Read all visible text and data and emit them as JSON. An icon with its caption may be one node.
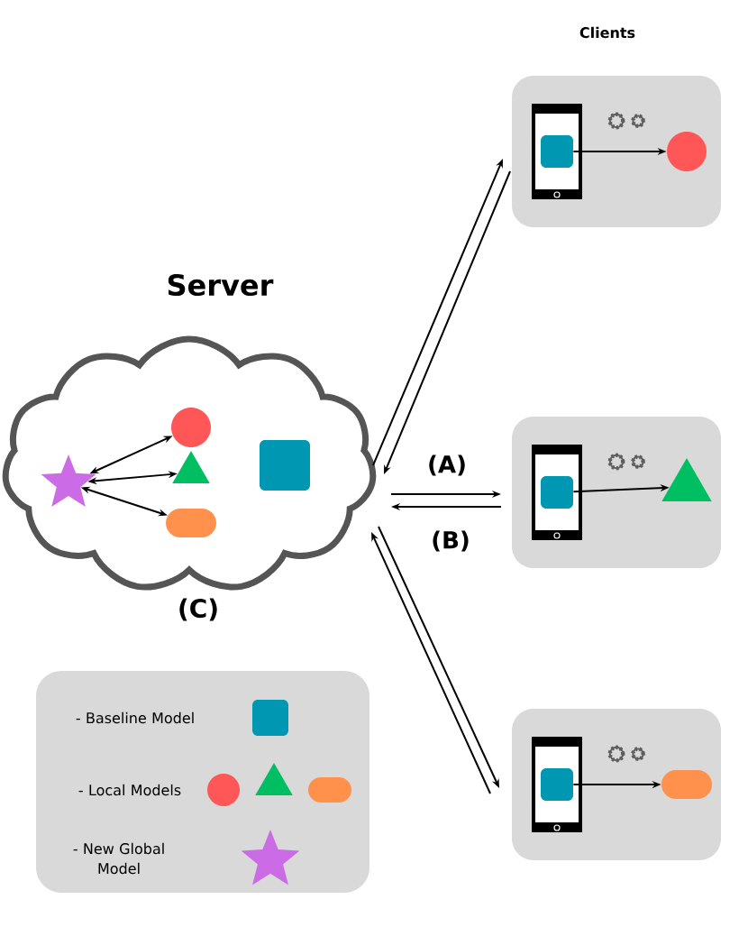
{
  "diagram": {
    "nodes": [
      {
        "text": [
          "Server"
        ],
        "beside": [
          "(C)"
        ]
      },
      {
        "text": [],
        "shape": "star",
        "in": 0
      },
      {
        "text": [],
        "shape": "circle",
        "in": 0
      },
      {
        "text": [],
        "shape": "triangle",
        "in": 0
      },
      {
        "text": [],
        "shape": "pill",
        "in": 0
      },
      {
        "text": [],
        "shape": "box",
        "in": 0
      },
      {
        "text": [],
        "shape": "panel"
      },
      {
        "text": [],
        "shape": "phone",
        "in": 6
      },
      {
        "text": [],
        "shape": "box",
        "in": 7
      },
      {
        "text": [],
        "shape": "circle",
        "in": 6
      },
      {
        "text": [],
        "shape": "panel"
      },
      {
        "text": [],
        "shape": "phone",
        "in": 10
      },
      {
        "text": [],
        "shape": "box",
        "in": 11
      },
      {
        "text": [],
        "shape": "triangle",
        "in": 10
      },
      {
        "text": [],
        "shape": "panel"
      },
      {
        "text": [],
        "shape": "phone",
        "in": 14
      },
      {
        "text": [],
        "shape": "box",
        "in": 15
      },
      {
        "text": [],
        "shape": "pill",
        "in": 14
      }
    ],
    "edges": [
      {
        "from": 0,
        "to": 6,
        "arrow": "to"
      },
      {
        "from": 6,
        "to": 0,
        "arrow": "to"
      },
      {
        "from": 0,
        "to": 10,
        "arrow": "to",
        "label": "(A)"
      },
      {
        "from": 10,
        "to": 0,
        "arrow": "to",
        "label": "(B)"
      },
      {
        "from": 0,
        "to": 14,
        "arrow": "to"
      },
      {
        "from": 14,
        "to": 0,
        "arrow": "to"
      },
      {
        "from": 1,
        "to": 2,
        "arrow": "both"
      },
      {
        "from": 1,
        "to": 3,
        "arrow": "both"
      },
      {
        "from": 1,
        "to": 4,
        "arrow": "both"
      },
      {
        "from": 8,
        "to": 9,
        "arrow": "to"
      },
      {
        "from": 12,
        "to": 13,
        "arrow": "to"
      },
      {
        "from": 16,
        "to": 17,
        "arrow": "to"
      }
    ],
    "labels": [
      "Clients"
    ],
    "legend": [
      {
        "text": "- Baseline Model"
      },
      {
        "text": "- Local Models"
      },
      {
        "text": "- New Global Model"
      }
    ]
  }
}
